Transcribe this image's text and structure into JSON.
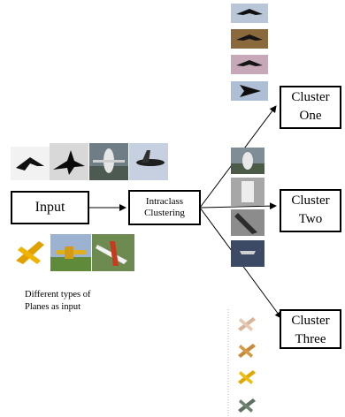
{
  "diagram": {
    "input_label": "Input",
    "process_label_line1": "Intraclass",
    "process_label_line2": "Clustering",
    "caption_line1": "Different types of",
    "caption_line2": "Planes as input",
    "clusters": [
      {
        "line1": "Cluster",
        "line2": "One"
      },
      {
        "line1": "Cluster",
        "line2": "Two"
      },
      {
        "line1": "Cluster",
        "line2": "Three"
      }
    ]
  },
  "colors": {
    "line": "#000000",
    "box_border": "#000000",
    "dotted_guide": "#c9b3b3"
  }
}
